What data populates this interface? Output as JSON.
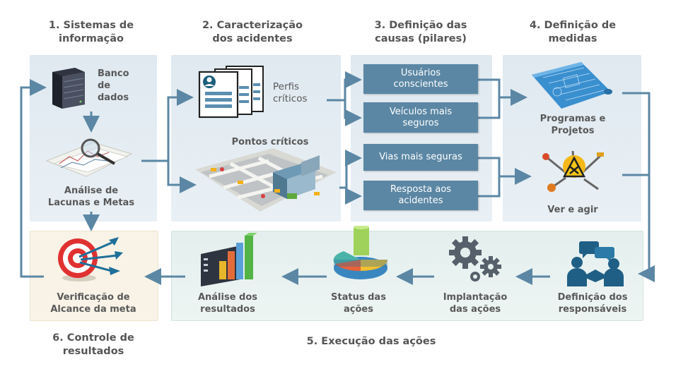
{
  "steps": {
    "s1": "1. Sistemas de\ninformação",
    "s2": "2. Caracterização\ndos acidentes",
    "s3": "3. Definição das\ncausas (pilares)",
    "s4": "4. Definição de\nmedidas",
    "s5": "5. Execução das ações",
    "s6": "6. Controle de\nresultados"
  },
  "panel1": {
    "database": "Banco\nde\ndados",
    "analysis": "Análise de\nLacunas e Metas"
  },
  "panel2": {
    "profiles": "Perfis\ncríticos",
    "points": "Pontos críticos"
  },
  "pillars": [
    "Usuários\nconscientes",
    "Veículos mais\nseguros",
    "Vias mais seguras",
    "Resposta aos\nacidentes"
  ],
  "panel4": {
    "programs": "Programas e\nProjetos",
    "act": "Ver e agir"
  },
  "execution": {
    "responsible": "Definição dos\nresponsáveis",
    "implementation": "Implantação\ndas ações",
    "status": "Status das\nações",
    "analysis": "Análise dos\nresultados"
  },
  "control": {
    "verification": "Verificação de\nAlcance da meta"
  },
  "colors": {
    "arrow": "#5b87a4",
    "pillar": "#5b87a4",
    "panel_blue": "#dfe9f0",
    "panel_green": "#e4efed",
    "panel_cream": "#f8f3e6"
  },
  "icons": [
    "server-icon",
    "magnifier-on-charts-icon",
    "profile-documents-icon",
    "city-map-icon",
    "blueprint-icon",
    "tools-warning-icon",
    "meeting-people-icon",
    "gears-icon",
    "pie-chart-icon",
    "bar-chart-icon",
    "target-darts-icon"
  ]
}
